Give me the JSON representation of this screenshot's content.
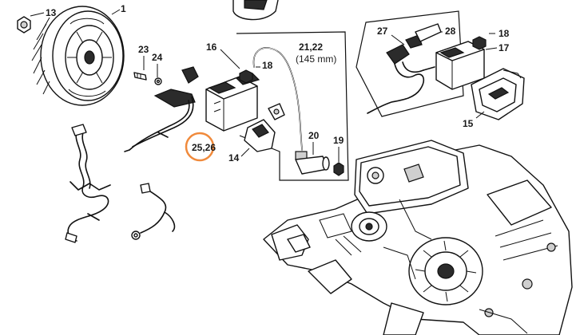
{
  "diagram": {
    "labels": {
      "p1": "1",
      "p13": "13",
      "p23": "23",
      "p24": "24",
      "p16": "16",
      "p21": "21,22",
      "p21_sub": "(145 mm)",
      "p18a": "18",
      "p27": "27",
      "p28": "28",
      "p18b": "18",
      "p17": "17",
      "p15": "15",
      "p25": "25,26",
      "p20": "20",
      "p19": "19",
      "p14": "14"
    },
    "colors": {
      "line": "#111111",
      "highlight_circle": "#f08a3c"
    }
  }
}
